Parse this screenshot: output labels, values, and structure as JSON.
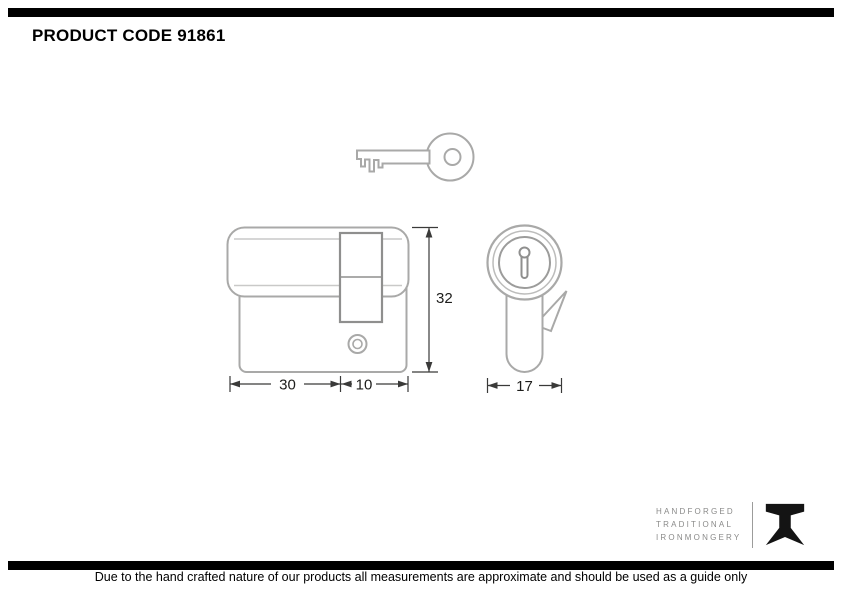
{
  "header": {
    "product_code": "PRODUCT CODE 91861"
  },
  "drawing": {
    "dim_body_length": "30",
    "dim_cam_width": "10",
    "dim_height": "32",
    "dim_diameter": "17"
  },
  "branding": {
    "line1": "HANDFORGED",
    "line2": "TRADITIONAL",
    "line3": "IRONMONGERY"
  },
  "footer": {
    "disclaimer": "Due to the hand crafted nature of our products all measurements are approximate and should be used as a guide only"
  },
  "colors": {
    "bar": "#000000",
    "drawing_gray": "#a9a9a8",
    "dimension": "#3a3a39"
  }
}
